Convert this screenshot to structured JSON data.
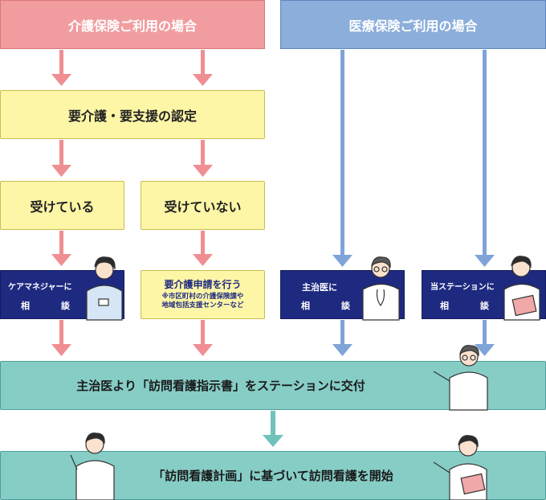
{
  "headers": {
    "care_insurance": "介護保険ご利用の場合",
    "medical_insurance": "医療保険ご利用の場合"
  },
  "care_certification": "要介護・要支援の認定",
  "certified": "受けている",
  "not_certified": "受けていない",
  "care_manager_consult": {
    "line1": "ケアマネジャーに",
    "line2": "相　談"
  },
  "apply_certification": {
    "title": "要介護申請を行う",
    "note_line1": "※市区町村の介護保険課や",
    "note_line2": "地域包括支援センターなど"
  },
  "doctor_consult": {
    "line1": "主治医に",
    "line2": "相　談"
  },
  "station_consult": {
    "line1": "当ステーションに",
    "line2": "相　談"
  },
  "instruction_issued": "主治医より「訪問看護指示書」をステーションに交付",
  "start_nursing": "「訪問看護計画」に基づいて訪問看護を開始",
  "colors": {
    "pink": "#f19da0",
    "blue": "#8baedb",
    "yellow": "#fdf6a6",
    "navy": "#1e2a80",
    "teal": "#86cdc6",
    "pink_arrow": "#ef8f93",
    "blue_arrow": "#7ea4d8",
    "teal_arrow": "#6fc3bb"
  }
}
